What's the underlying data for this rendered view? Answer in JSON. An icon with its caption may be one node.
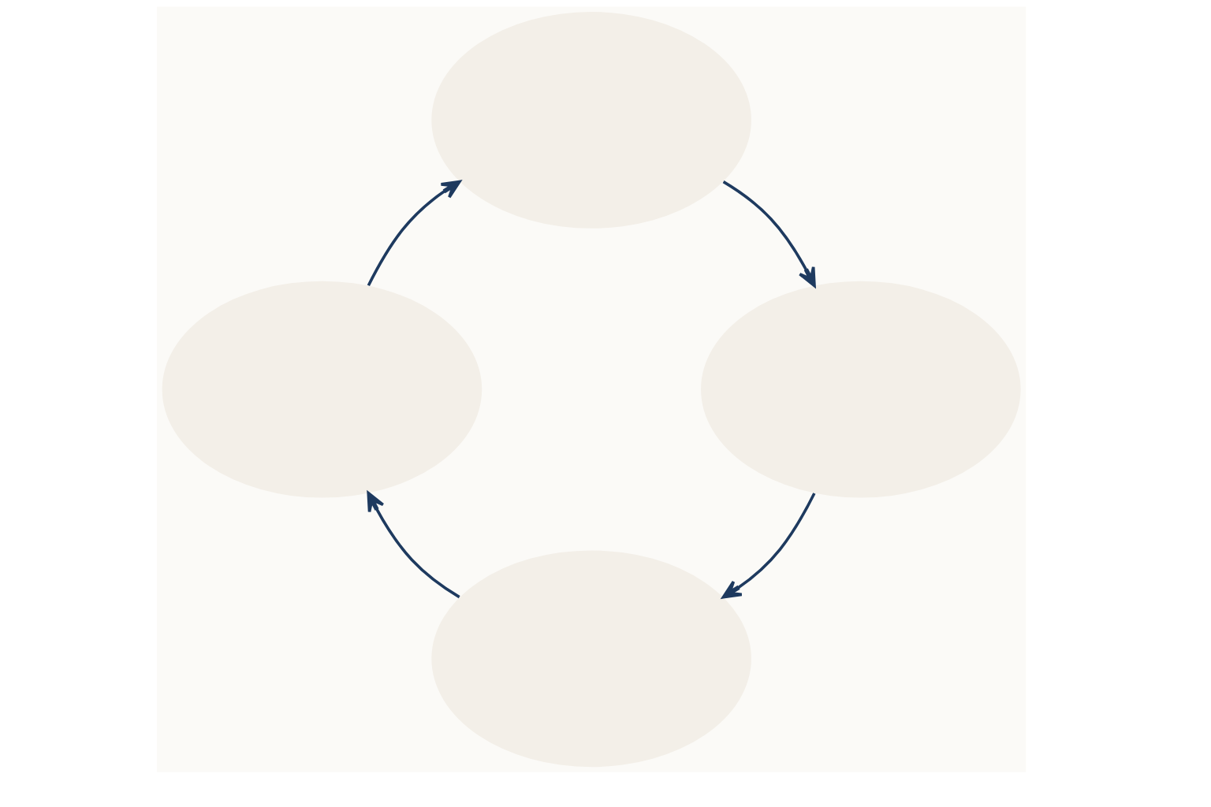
{
  "diagram": {
    "nodes": [
      {
        "text": [],
        "shape": "ellipse"
      },
      {
        "text": [],
        "shape": "ellipse"
      },
      {
        "text": [],
        "shape": "ellipse"
      },
      {
        "text": [],
        "shape": "ellipse"
      }
    ],
    "edges": [
      {
        "from": 0,
        "to": 2,
        "arrow": "to"
      },
      {
        "from": 2,
        "to": 3,
        "arrow": "to"
      },
      {
        "from": 3,
        "to": 1,
        "arrow": "to"
      },
      {
        "from": 1,
        "to": 0,
        "arrow": "to"
      }
    ]
  }
}
